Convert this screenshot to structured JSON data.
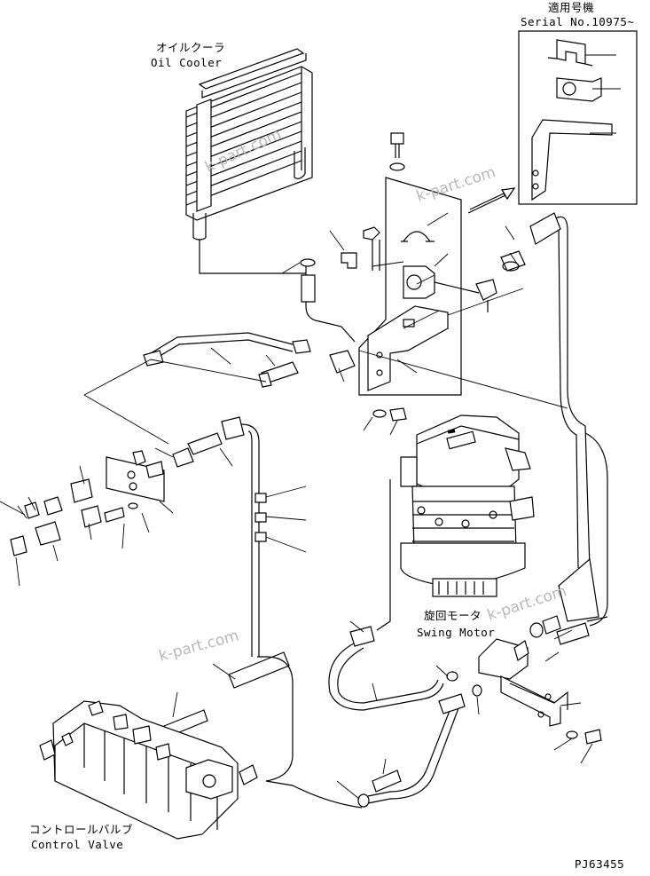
{
  "labels": {
    "oil_cooler_jp": "オイルクーラ",
    "oil_cooler_en": "Oil Cooler",
    "swing_motor_jp": "旋回モータ",
    "swing_motor_en": "Swing Motor",
    "control_valve_jp": "コントロールバルブ",
    "control_valve_en": "Control Valve",
    "applicable_model_jp": "適用号機",
    "serial_range": "Serial No.10975~",
    "drawing_number": "PJ63455"
  },
  "watermarks": [
    "k-part.com",
    "k-part.com",
    "k-part.com",
    "k-part.com"
  ]
}
